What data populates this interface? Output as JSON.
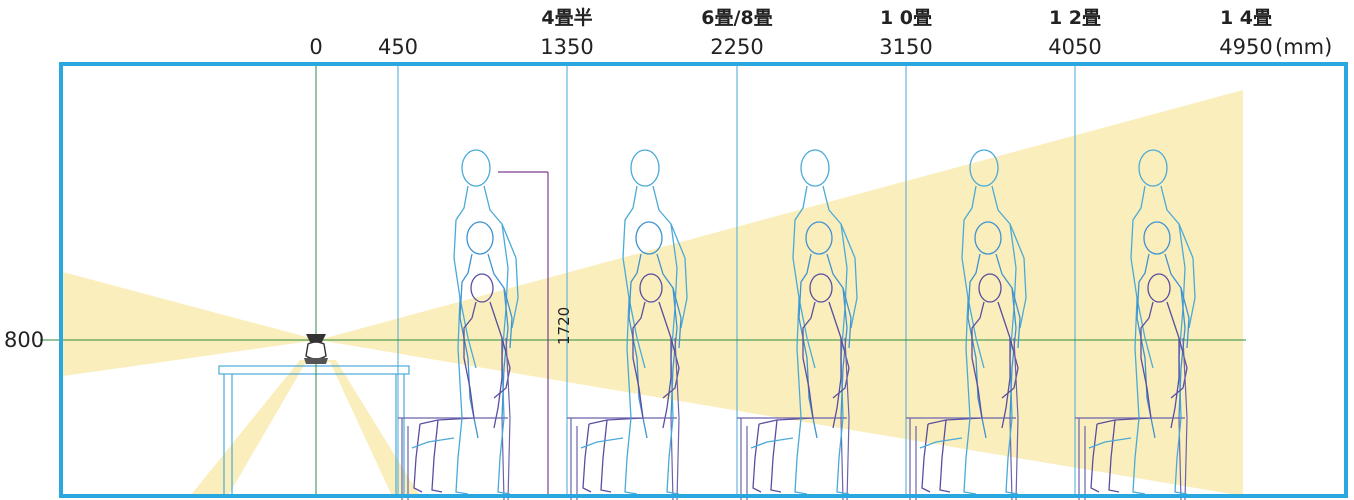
{
  "colors": {
    "frame": "#29a8e0",
    "guide_vertical": "#4aaad8",
    "center_line": "#2e8b3a",
    "light_cone": "#faeebc",
    "dimension_line": "#7a3f8f",
    "figure_standing": "#4aaad8",
    "figure_seated": "#5a4ea0"
  },
  "header": {
    "tatami_labels": [
      "4畳半",
      "6畳/8畳",
      "1 0畳",
      "1 2畳",
      "1 4畳"
    ],
    "distance_labels": [
      "0",
      "450",
      "1350",
      "2250",
      "3150",
      "4050",
      "4950"
    ],
    "unit": "(mm)"
  },
  "side": {
    "height_label": "800"
  },
  "dimension": {
    "label": "1720"
  },
  "icons": {
    "lamp": "pendant-lamp-icon",
    "figure": "seated-person-icon"
  }
}
